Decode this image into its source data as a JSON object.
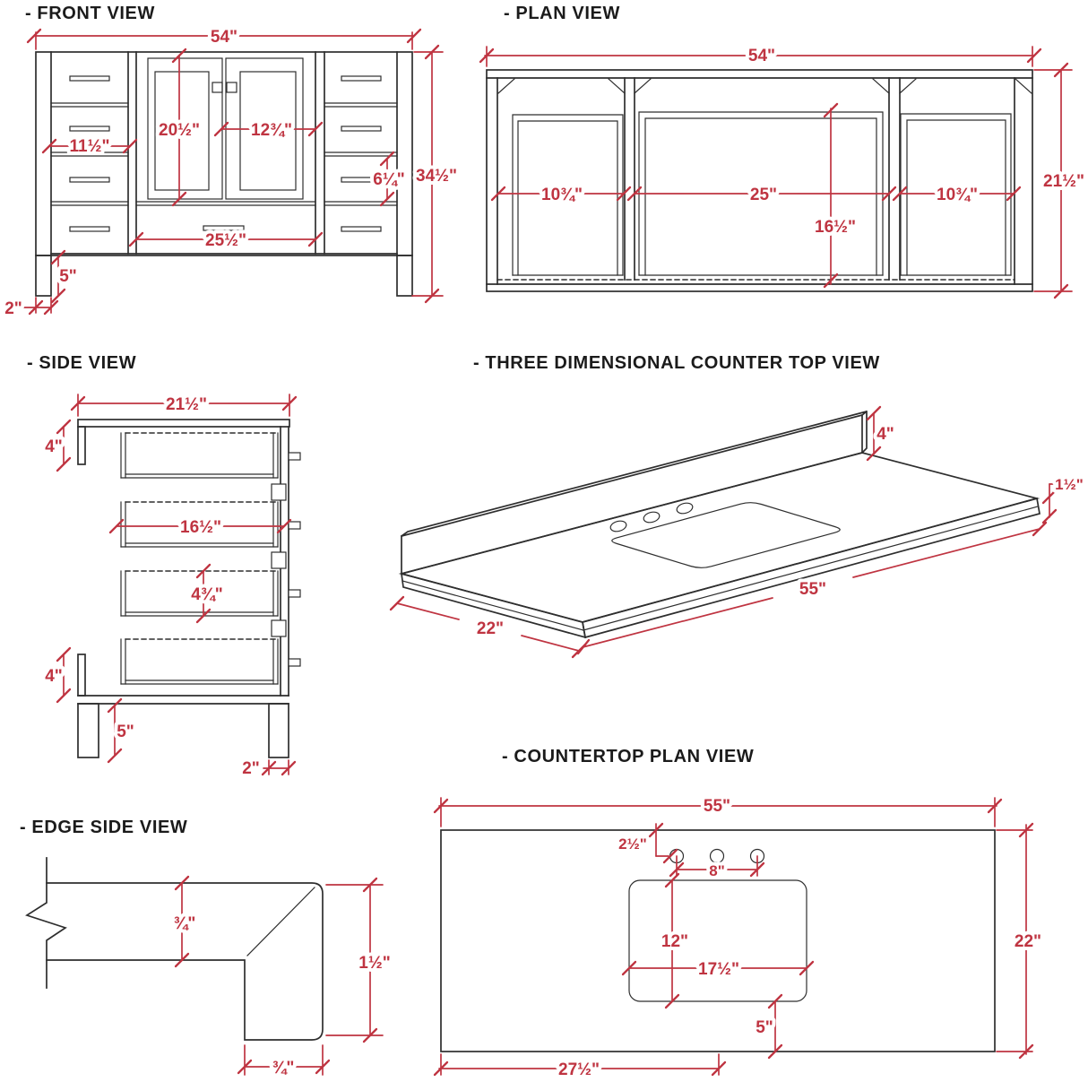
{
  "colors": {
    "dimension_red": "#bf3441",
    "line_black": "#2e2e2e",
    "background": "#ffffff",
    "title_text": "#1b1b1b"
  },
  "views": {
    "front": {
      "title": "- FRONT VIEW",
      "dims": {
        "overall_width": "54\"",
        "door_height": "20½\"",
        "doors_width": "12¾\"",
        "drawer_width": "11½\"",
        "drawer_face_height": "6¼\"",
        "overall_height": "34½\"",
        "center_section_width": "25½\"",
        "leg_height": "5\"",
        "leg_width": "2\""
      }
    },
    "plan": {
      "title": "- PLAN VIEW",
      "dims": {
        "overall_width": "54\"",
        "left_opening": "10¾\"",
        "center_opening": "25\"",
        "right_opening": "10¾\"",
        "inner_depth": "16½\"",
        "overall_depth": "21½\""
      }
    },
    "side": {
      "title": "- SIDE VIEW",
      "dims": {
        "overall_depth": "21½\"",
        "top_stile_height": "4\"",
        "drawer_box_depth": "16½\"",
        "drawer_box_height": "4¾\"",
        "bottom_stile_height": "4\"",
        "leg_height": "5\"",
        "leg_depth": "2\""
      }
    },
    "counter3d": {
      "title": "- THREE DIMENSIONAL COUNTER TOP VIEW",
      "dims": {
        "backsplash_height": "4\"",
        "edge_thickness": "1½\"",
        "length": "55\"",
        "depth": "22\""
      }
    },
    "edge": {
      "title": "- EDGE SIDE VIEW",
      "dims": {
        "slab_thickness": "¾\"",
        "edge_height": "1½\"",
        "lip_depth": "¾\""
      }
    },
    "counterplan": {
      "title": "- COUNTERTOP PLAN VIEW",
      "dims": {
        "length": "55\"",
        "faucet_offset": "2½\"",
        "faucet_spacing": "8\"",
        "sink_depth": "12\"",
        "sink_width": "17½\"",
        "depth": "22\"",
        "sink_to_front": "5\"",
        "sink_center_from_left": "27½\""
      }
    }
  }
}
